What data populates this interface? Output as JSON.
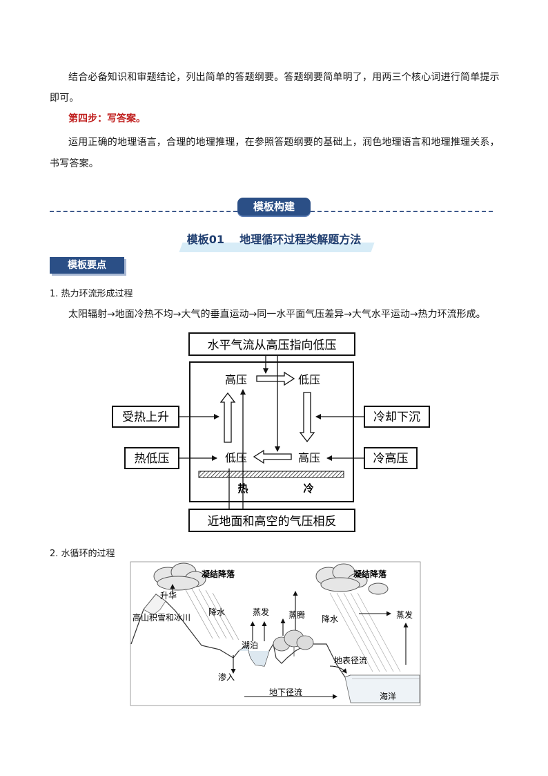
{
  "intro": {
    "p1": "结合必备知识和审题结论，列出简单的答题纲要。答题纲要简单明了，用两三个核心词进行简单提示",
    "p1b": "即可。",
    "step4": "第四步：写答案。",
    "p2": "运用正确的地理语言，合理的地理推理，在参照答题纲要的基础上，润色地理语言和地理推理关系，",
    "p2b": "书写答案。"
  },
  "section": {
    "header": "模板构建",
    "template_title": "模板01    地理循环过程类解题方法",
    "key_points": "模板要点"
  },
  "item1": {
    "title": "1. 热力环流形成过程",
    "flow": "太阳辐射→地面冷热不均→大气的垂直运动→同一水平面气压差异→大气水平运动→热力环流形成。"
  },
  "thermal": {
    "top_box": "水平气流从高压指向低压",
    "bottom_box": "近地面和高空的气压相反",
    "upper_high": "高压",
    "upper_low": "低压",
    "lower_low": "低压",
    "lower_high": "高压",
    "left1": "受热上升",
    "left2": "热低压",
    "right1": "冷却下沉",
    "right2": "冷高压",
    "hot": "热",
    "cold": "冷"
  },
  "item2": {
    "title": "2. 水循环的过程"
  },
  "water": {
    "condense_left": "凝结降落",
    "sublimate": "升华",
    "snow": "高山积雪和冰川",
    "precip_left": "降水",
    "evap_left": "蒸发",
    "transpire": "蒸腾",
    "lake": "湖泊",
    "infiltrate": "渗入",
    "groundwater": "地下径流",
    "surface_runoff": "地表径流",
    "condense_right": "凝结降落",
    "precip_right": "降水",
    "evap_right": "蒸发",
    "ocean": "海洋"
  },
  "colors": {
    "accent": "#2b4f86",
    "red": "#c0201f",
    "light_blue": "#d7ecf7"
  }
}
